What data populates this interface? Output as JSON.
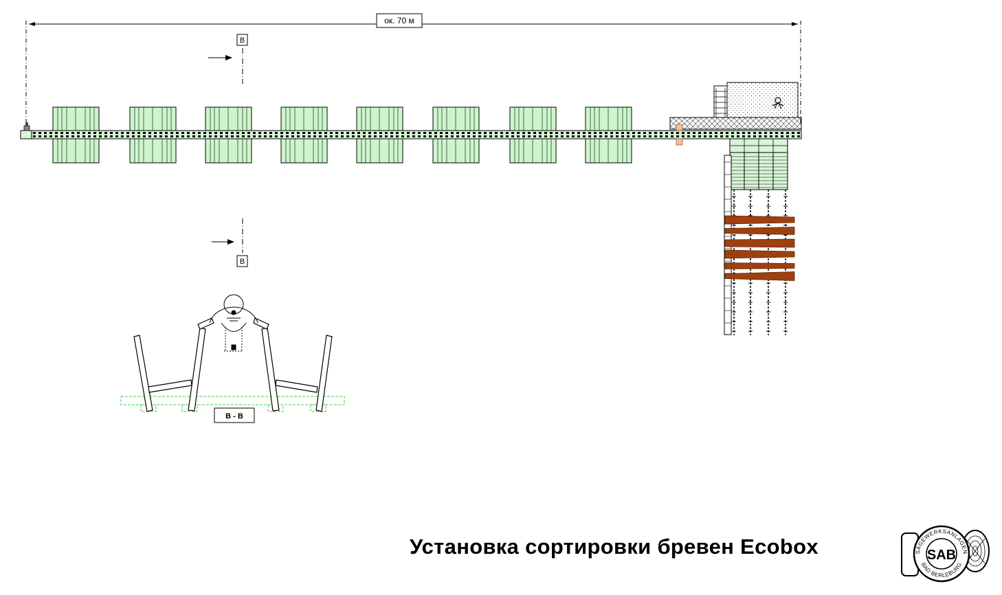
{
  "title": "Установка сортировки бревен Ecobox",
  "dimension_label": "ок. 70 м",
  "section_marker": "B",
  "section_label": "B - B",
  "logo": {
    "text": "SAB",
    "ring_top": "SÄGEWERKSANLAGEN",
    "ring_bottom": "BAD BERLEBURG"
  },
  "colors": {
    "bin_fill": "#ccf5cc",
    "log_brown": "#a0400f",
    "marker_salmon": "#f5c0a0",
    "cabin_fill": "#ececec",
    "section_ground": "#44cc44"
  },
  "bins_count": 8
}
